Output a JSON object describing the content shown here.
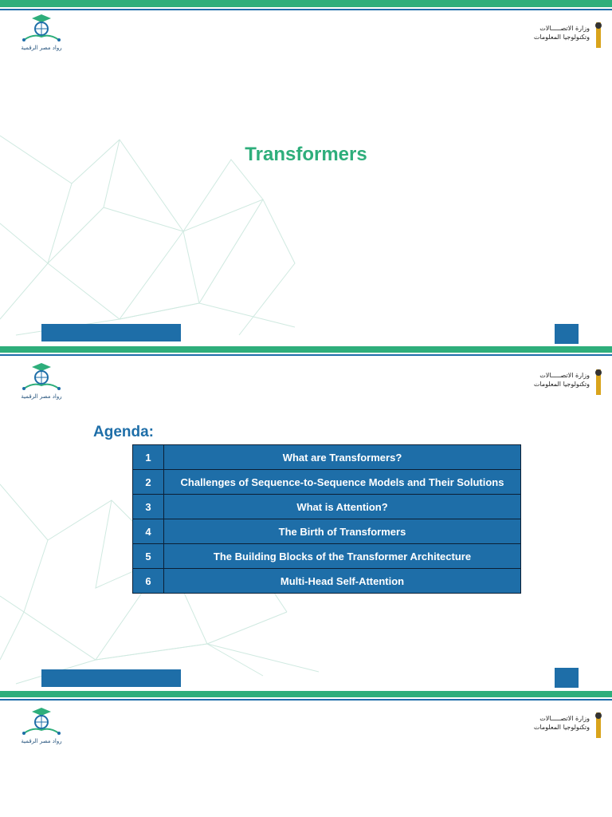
{
  "logos": {
    "left_caption": "رواد مصر الرقمية",
    "right_line1": "وزارة الاتصـــــالات",
    "right_line2": "وتكنولوجيا المعلومات"
  },
  "slide1": {
    "title": "Transformers"
  },
  "slide2": {
    "heading": "Agenda:",
    "rows": [
      {
        "num": "1",
        "text": "What are Transformers?"
      },
      {
        "num": "2",
        "text": "Challenges of Sequence-to-Sequence Models and Their Solutions"
      },
      {
        "num": "3",
        "text": "What is Attention?"
      },
      {
        "num": "4",
        "text": "The Birth of Transformers"
      },
      {
        "num": "5",
        "text": "The Building Blocks of the Transformer Architecture"
      },
      {
        "num": "6",
        "text": "Multi-Head Self-Attention"
      }
    ]
  },
  "colors": {
    "accent_green": "#2eae7b",
    "brand_blue": "#1e6ea8"
  }
}
